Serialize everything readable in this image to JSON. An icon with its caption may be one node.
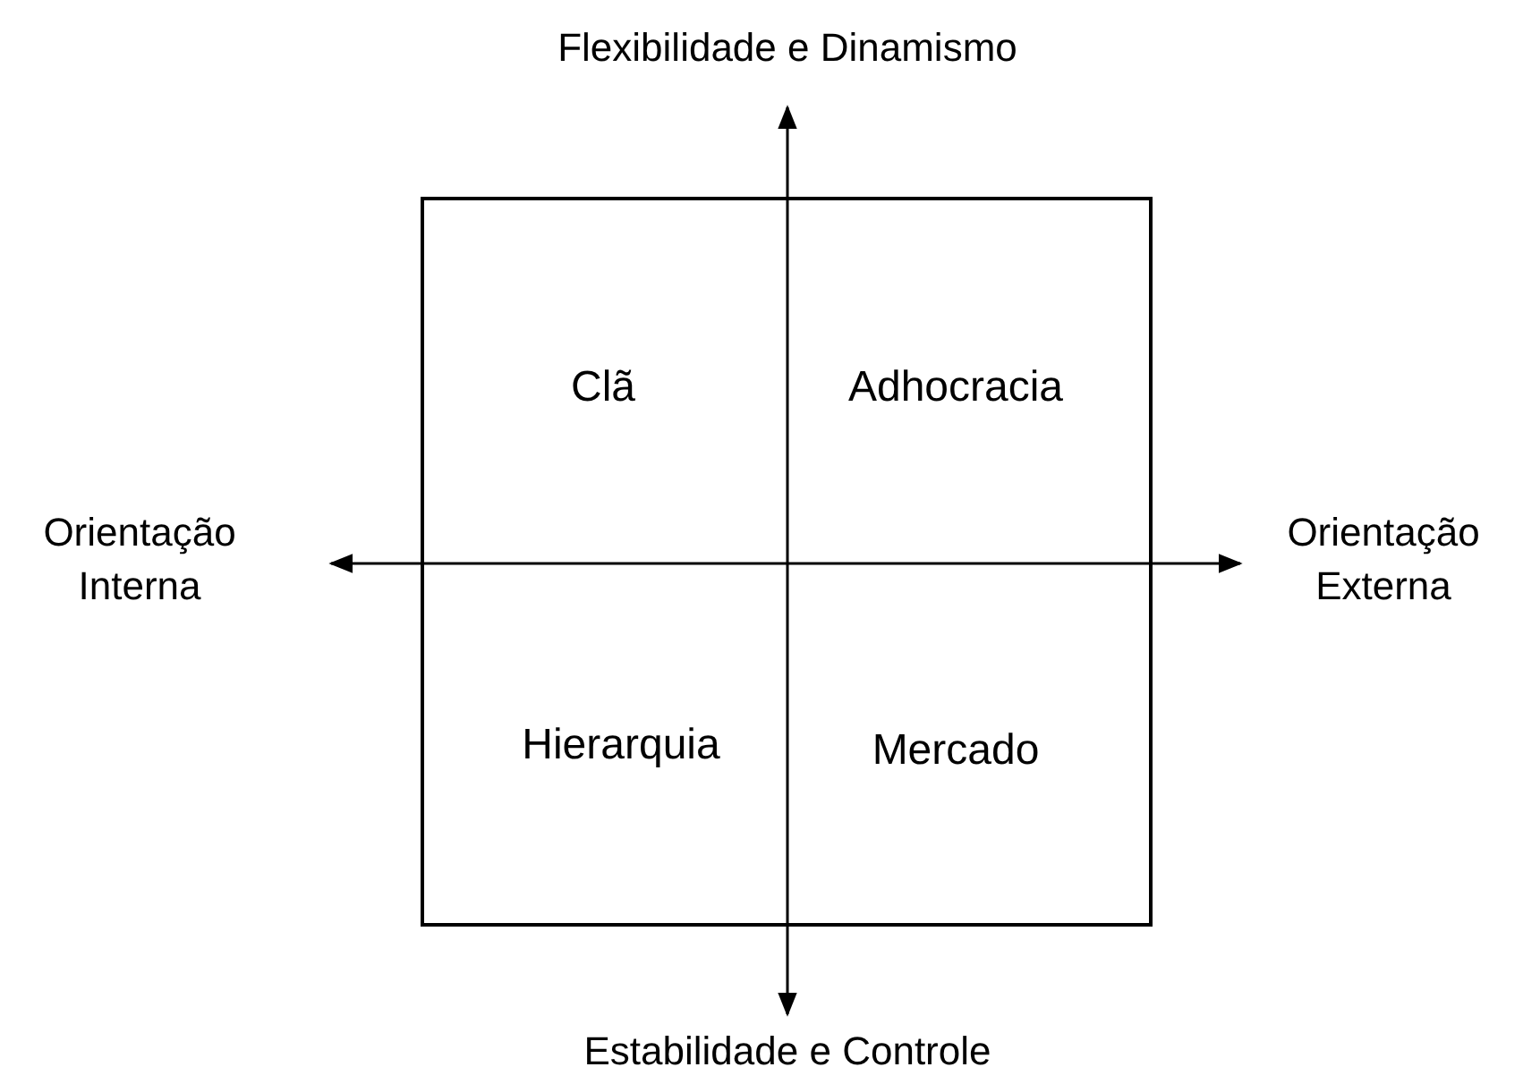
{
  "diagram": {
    "nodes": [
      {
        "text": [
          "Clã",
          "Adhocracia",
          "Hierarquia",
          "Mercado"
        ]
      }
    ],
    "labels": [
      "Flexibilidade e Dinamismo",
      "Orientação Interna",
      "Orientação Externa",
      "Estabilidade e Controle"
    ]
  }
}
